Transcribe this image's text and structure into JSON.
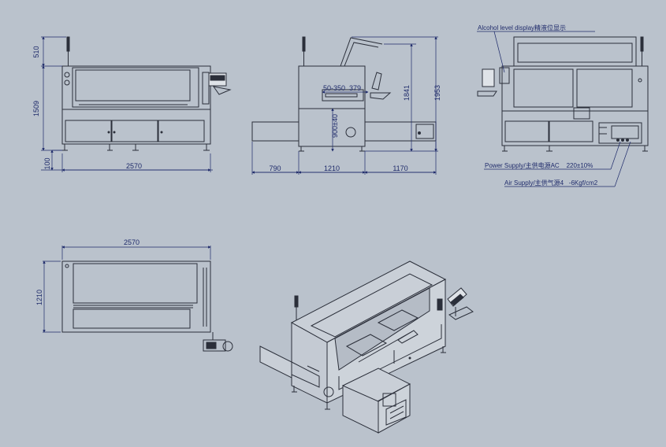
{
  "front_view": {
    "dims": {
      "top": "510",
      "height": "1509",
      "base": "100",
      "width": "2570"
    }
  },
  "side_view": {
    "dims": {
      "range": "50-350",
      "travel": "379",
      "height1": "1841",
      "height2": "1953",
      "conveyor": "900±40",
      "left": "790",
      "center": "1210",
      "right": "1170"
    }
  },
  "rear_view": {
    "notes": {
      "alcohol": "Alcohol level display精液位显示",
      "power": "Power Supply/主供电源AC    220±10%",
      "air": "Air Supply/主供气源4   -6Kgf/cm2"
    }
  },
  "top_view": {
    "dims": {
      "width": "2570",
      "depth": "1210"
    }
  },
  "colors": {
    "background": "#bac2cc",
    "line": "#2b2f3a",
    "dimension": "#1e2a6a"
  }
}
